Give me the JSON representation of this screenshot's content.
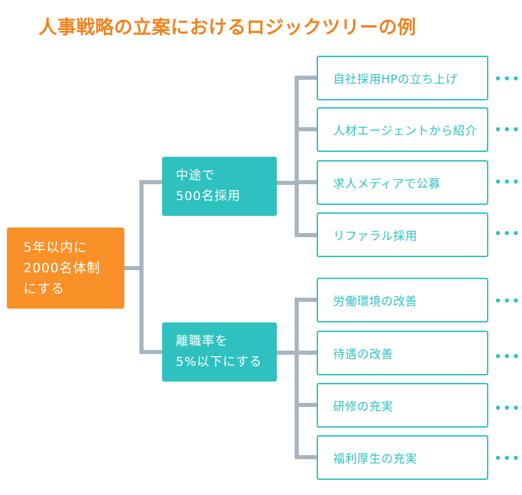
{
  "title": "人事戦略の立案におけるロジックツリーの例",
  "colors": {
    "title": "#f0821e",
    "root_fill": "#fa9128",
    "branch_fill": "#2fc1c0",
    "leaf_border": "#2fc1c0",
    "connector": "#a9b5be"
  },
  "root": {
    "lines": [
      "5年以内に",
      "2000名体制",
      "にする"
    ]
  },
  "branches": [
    {
      "lines": [
        "中途で",
        "500名採用"
      ],
      "leaves": [
        "自社採用HPの立ち上げ",
        "人材エージェントから紹介",
        "求人メディアで公募",
        "リファラル採用"
      ]
    },
    {
      "lines": [
        "離職率を",
        "5%以下にする"
      ],
      "leaves": [
        "労働環境の改善",
        "待遇の改善",
        "研修の充実",
        "福利厚生の充実"
      ]
    }
  ],
  "ellipsis_icon": "more-dots-icon"
}
